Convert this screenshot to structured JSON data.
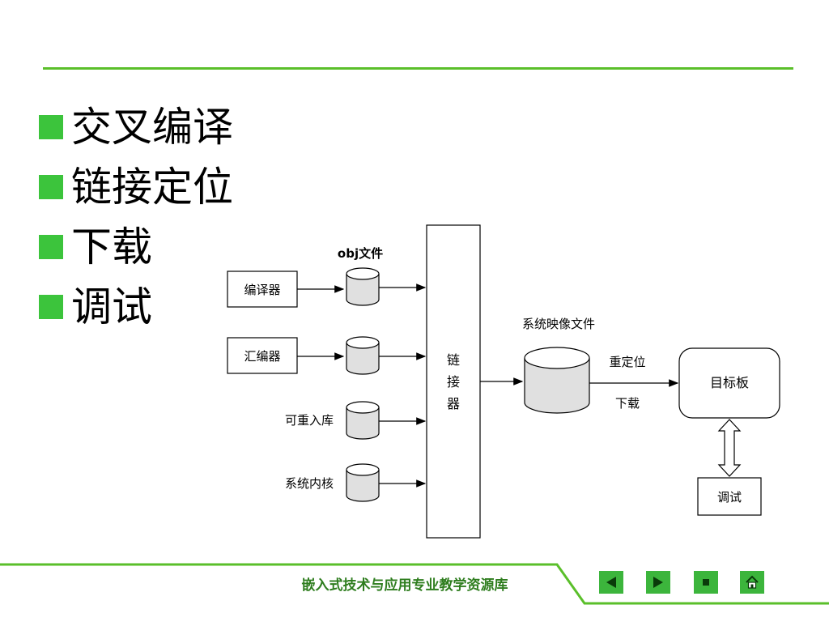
{
  "bullets": [
    {
      "text": "交叉编译"
    },
    {
      "text": "链接定位"
    },
    {
      "text": "下载"
    },
    {
      "text": "调试"
    }
  ],
  "diagram": {
    "obj_label": "obj文件",
    "compiler": "编译器",
    "assembler": "汇编器",
    "reentrant_lib": "可重入库",
    "system_kernel": "系统内核",
    "linker": [
      "链",
      "接",
      "器"
    ],
    "system_image": "系统映像文件",
    "relocate": "重定位",
    "download": "下载",
    "target_board": "目标板",
    "debug": "调试"
  },
  "footer": {
    "title": "嵌入式技术与应用专业教学资源库"
  },
  "nav": {
    "icons": [
      "prev-icon",
      "next-icon",
      "stop-icon",
      "home-icon"
    ]
  },
  "colors": {
    "accent_green": "#5abf2a",
    "bullet_green": "#3cc43c",
    "footer_text": "#2e7d1e"
  }
}
